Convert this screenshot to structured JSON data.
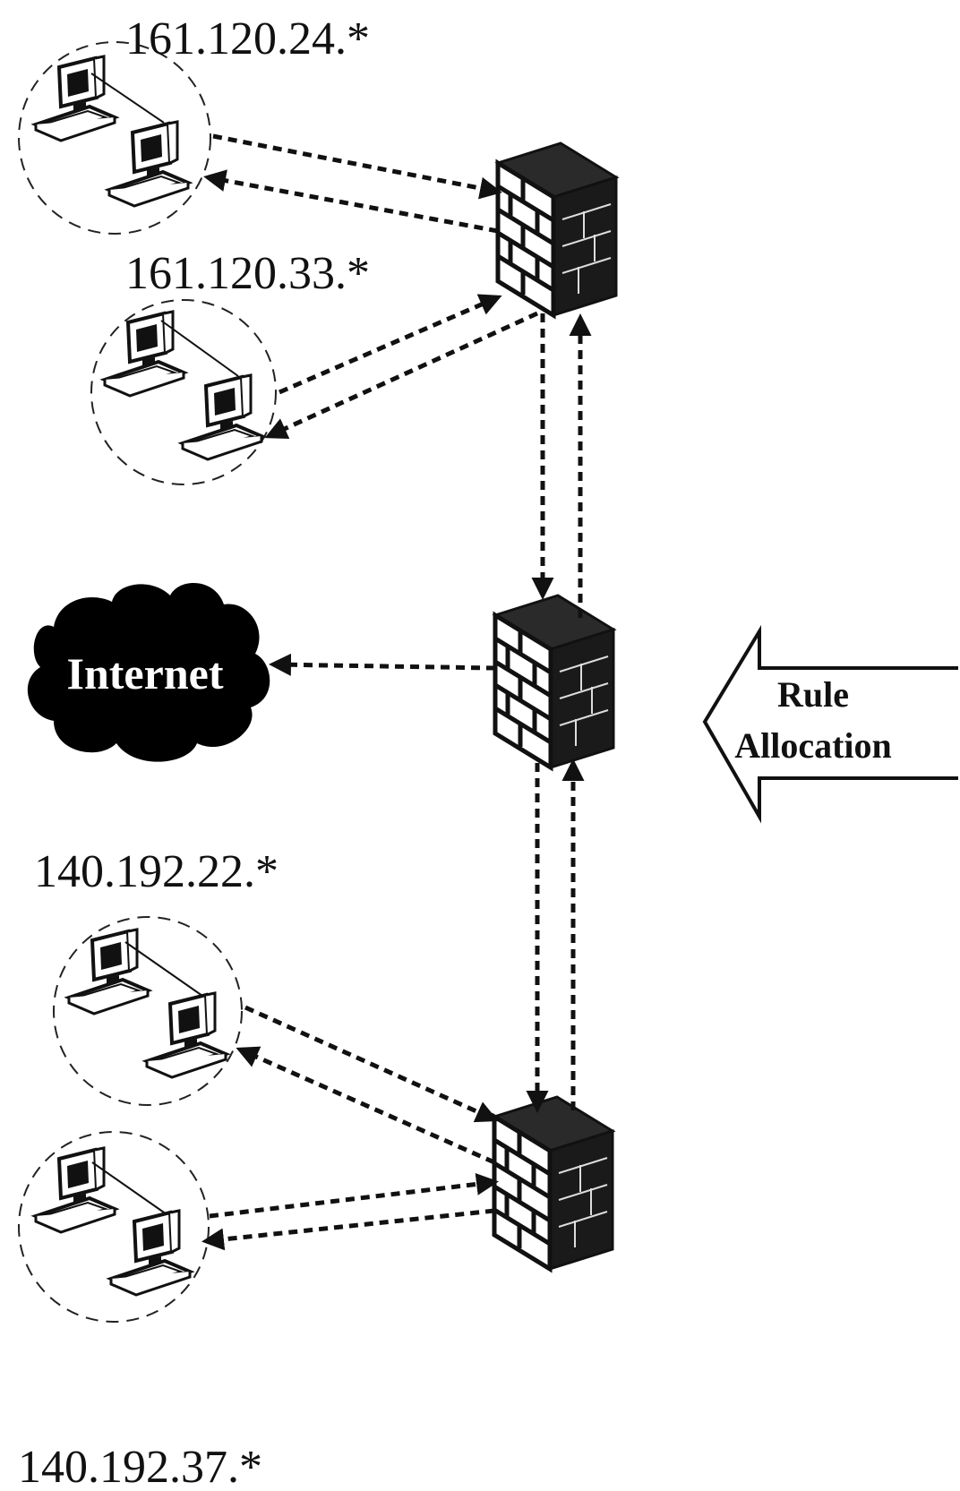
{
  "subnets": [
    {
      "label": "161.120.24.*"
    },
    {
      "label": "161.120.33.*"
    },
    {
      "label": "140.192.22.*"
    },
    {
      "label": "140.192.37.*"
    }
  ],
  "cloud": {
    "label": "Internet"
  },
  "rule_arrow": {
    "line1": "Rule",
    "line2": "Allocation"
  },
  "icons": {
    "firewall": "firewall-icon",
    "computer": "computer-icon",
    "cloud": "cloud-icon",
    "arrow": "left-arrow-icon"
  }
}
